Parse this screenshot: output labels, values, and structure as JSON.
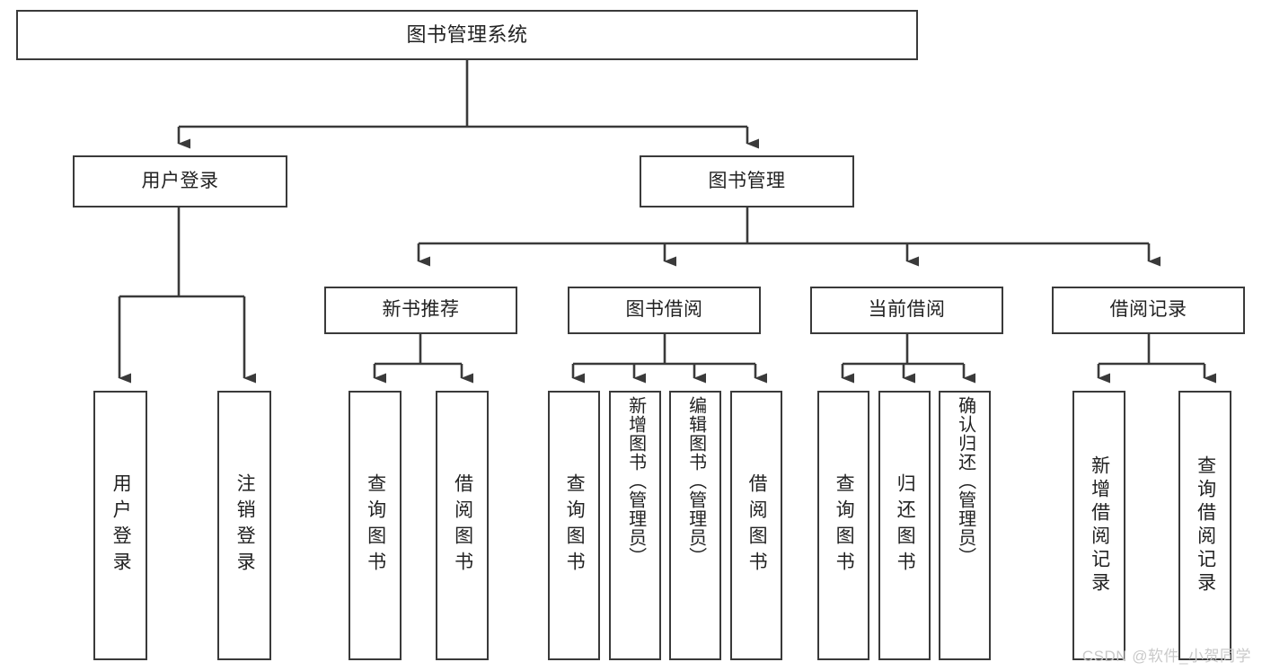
{
  "diagram": {
    "title": "图书管理系统",
    "watermark": "CSDN @软件_小贺同学",
    "colors": {
      "border": "#3a3a3a",
      "background": "#ffffff",
      "text": "#222222",
      "edge": "#3a3a3a",
      "watermark": "#c9c9c9"
    },
    "levels": {
      "root": {
        "label": "图书管理系统"
      },
      "level1": [
        {
          "label": "用户登录"
        },
        {
          "label": "图书管理"
        }
      ],
      "level2": [
        {
          "label": "新书推荐"
        },
        {
          "label": "图书借阅"
        },
        {
          "label": "当前借阅"
        },
        {
          "label": "借阅记录"
        }
      ],
      "leaves": [
        {
          "label": "用户登录",
          "parent": "用户登录"
        },
        {
          "label": "注销登录",
          "parent": "用户登录"
        },
        {
          "label": "查询图书",
          "parent": "新书推荐"
        },
        {
          "label": "借阅图书",
          "parent": "新书推荐"
        },
        {
          "label": "查询图书",
          "parent": "图书借阅"
        },
        {
          "label": "新增图书（管理员）",
          "parent": "图书借阅"
        },
        {
          "label": "编辑图书（管理员）",
          "parent": "图书借阅"
        },
        {
          "label": "借阅图书",
          "parent": "图书借阅"
        },
        {
          "label": "查询图书",
          "parent": "当前借阅"
        },
        {
          "label": "归还图书",
          "parent": "当前借阅"
        },
        {
          "label": "确认归还（管理员）",
          "parent": "当前借阅"
        },
        {
          "label": "新增借阅记录",
          "parent": "借阅记录"
        },
        {
          "label": "查询借阅记录",
          "parent": "借阅记录"
        }
      ]
    }
  }
}
